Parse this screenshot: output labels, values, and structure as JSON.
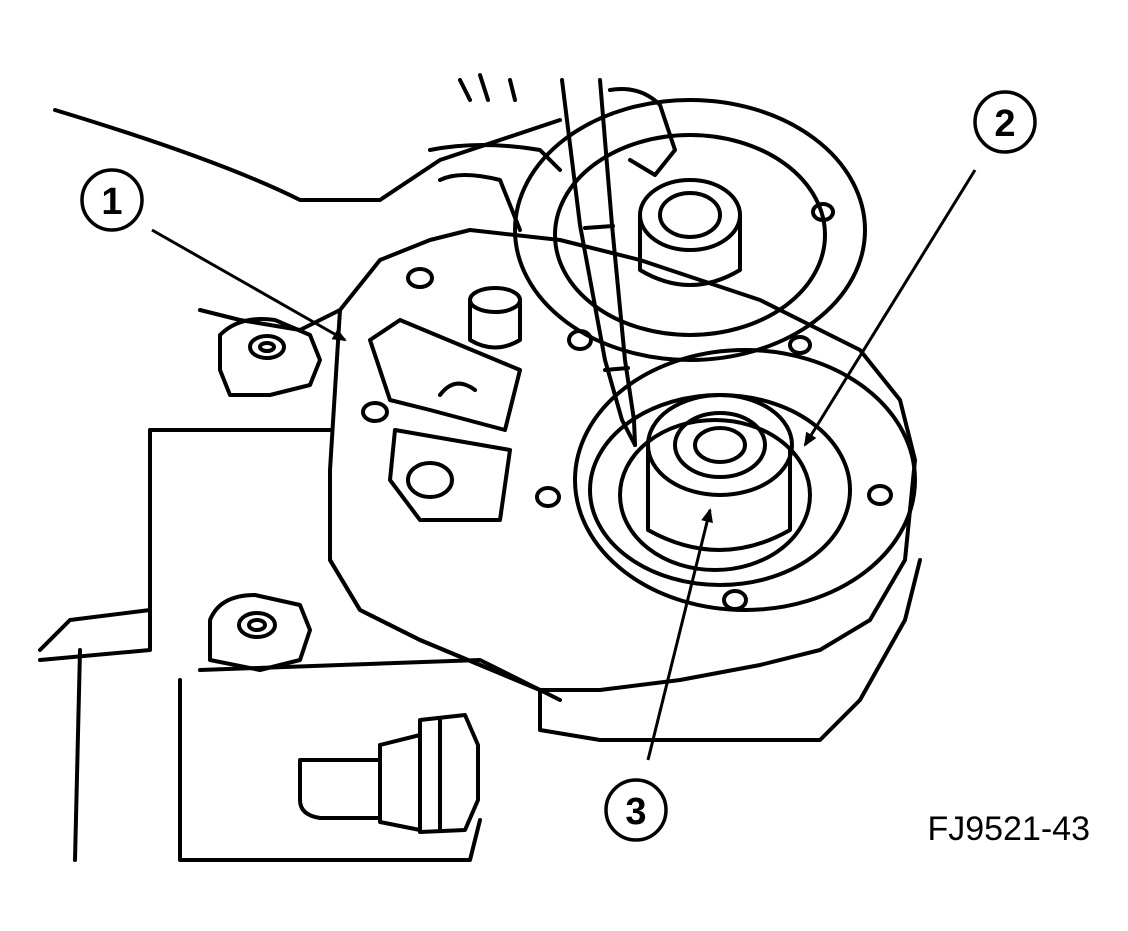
{
  "figure_id": "FJ9521-43",
  "callouts": [
    {
      "label": "1",
      "name": "callout-1"
    },
    {
      "label": "2",
      "name": "callout-2"
    },
    {
      "label": "3",
      "name": "callout-3"
    }
  ],
  "colors": {
    "ink": "#000000",
    "paper": "#ffffff"
  }
}
